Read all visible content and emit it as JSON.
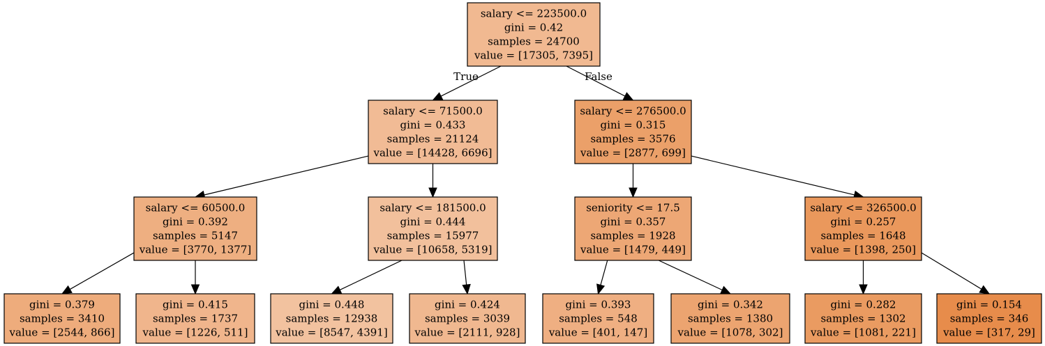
{
  "tree": {
    "nodes": [
      {
        "id": "n0",
        "lines": [
          "salary <= 223500.0",
          "gini = 0.42",
          "samples = 24700",
          "value = [17305, 7395]"
        ],
        "fill": "#f1b991"
      },
      {
        "id": "n1",
        "lines": [
          "salary <= 71500.0",
          "gini = 0.433",
          "samples = 21124",
          "value = [14428, 6696]"
        ],
        "fill": "#f1bb95"
      },
      {
        "id": "n2",
        "lines": [
          "salary <= 276500.0",
          "gini = 0.315",
          "samples = 3576",
          "value = [2877, 699]"
        ],
        "fill": "#eba069"
      },
      {
        "id": "n3",
        "lines": [
          "salary <= 60500.0",
          "gini = 0.392",
          "samples = 5147",
          "value = [3770, 1377]"
        ],
        "fill": "#eeaf81"
      },
      {
        "id": "n4",
        "lines": [
          "salary <= 181500.0",
          "gini = 0.444",
          "samples = 15977",
          "value = [10658, 5319]"
        ],
        "fill": "#f2c09c"
      },
      {
        "id": "n5",
        "lines": [
          "seniority <= 17.5",
          "gini = 0.357",
          "samples = 1928",
          "value = [1479, 449]"
        ],
        "fill": "#eda775"
      },
      {
        "id": "n6",
        "lines": [
          "salary <= 326500.0",
          "gini = 0.257",
          "samples = 1648",
          "value = [1398, 250]"
        ],
        "fill": "#ea985c"
      },
      {
        "id": "n7",
        "lines": [
          "gini = 0.379",
          "samples = 3410",
          "value = [2544, 866]"
        ],
        "fill": "#eeac7c"
      },
      {
        "id": "n8",
        "lines": [
          "gini = 0.415",
          "samples = 1737",
          "value = [1226, 511]"
        ],
        "fill": "#f0b58c"
      },
      {
        "id": "n9",
        "lines": [
          "gini = 0.448",
          "samples = 12938",
          "value = [8547, 4391]"
        ],
        "fill": "#f2c29f"
      },
      {
        "id": "n10",
        "lines": [
          "gini = 0.424",
          "samples = 3039",
          "value = [2111, 928]"
        ],
        "fill": "#f0b890"
      },
      {
        "id": "n11",
        "lines": [
          "gini = 0.393",
          "samples = 548",
          "value = [401, 147]"
        ],
        "fill": "#efaf82"
      },
      {
        "id": "n12",
        "lines": [
          "gini = 0.342",
          "samples = 1380",
          "value = [1078, 302]"
        ],
        "fill": "#eca470"
      },
      {
        "id": "n13",
        "lines": [
          "gini = 0.282",
          "samples = 1302",
          "value = [1081, 221]"
        ],
        "fill": "#ea9b61"
      },
      {
        "id": "n14",
        "lines": [
          "gini = 0.154",
          "samples = 346",
          "value = [317, 29]"
        ],
        "fill": "#e78c4b"
      }
    ],
    "edges": [
      {
        "from": "n0",
        "to": "n1",
        "label": "True"
      },
      {
        "from": "n0",
        "to": "n2",
        "label": "False"
      },
      {
        "from": "n1",
        "to": "n3",
        "label": ""
      },
      {
        "from": "n1",
        "to": "n4",
        "label": ""
      },
      {
        "from": "n2",
        "to": "n5",
        "label": ""
      },
      {
        "from": "n2",
        "to": "n6",
        "label": ""
      },
      {
        "from": "n3",
        "to": "n7",
        "label": ""
      },
      {
        "from": "n3",
        "to": "n8",
        "label": ""
      },
      {
        "from": "n4",
        "to": "n9",
        "label": ""
      },
      {
        "from": "n4",
        "to": "n10",
        "label": ""
      },
      {
        "from": "n5",
        "to": "n11",
        "label": ""
      },
      {
        "from": "n5",
        "to": "n12",
        "label": ""
      },
      {
        "from": "n6",
        "to": "n13",
        "label": ""
      },
      {
        "from": "n6",
        "to": "n14",
        "label": ""
      }
    ]
  }
}
